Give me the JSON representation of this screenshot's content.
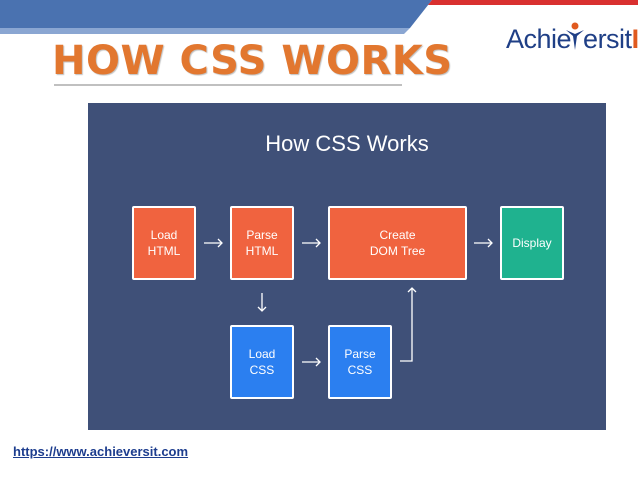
{
  "slide_title": "HOW CSS WORKS",
  "logo": {
    "part1": "Achie",
    "part2": "ersit",
    "part3": "IT"
  },
  "diagram": {
    "title": "How CSS Works",
    "nodes": {
      "load_html": "Load\nHTML",
      "parse_html": "Parse\nHTML",
      "create_dom": "Create\nDOM Tree",
      "display": "Display",
      "load_css": "Load\nCSS",
      "parse_css": "Parse\nCSS"
    },
    "colors": {
      "background": "#3f5078",
      "orange": "#f0633f",
      "blue": "#2b7ff0",
      "green": "#1fb28f"
    }
  },
  "footer": {
    "url": "https://www.achieversit.com"
  },
  "colors": {
    "title": "#e2772f",
    "topbar_blue": "#4a72b0",
    "topbar_red": "#d9302f"
  }
}
